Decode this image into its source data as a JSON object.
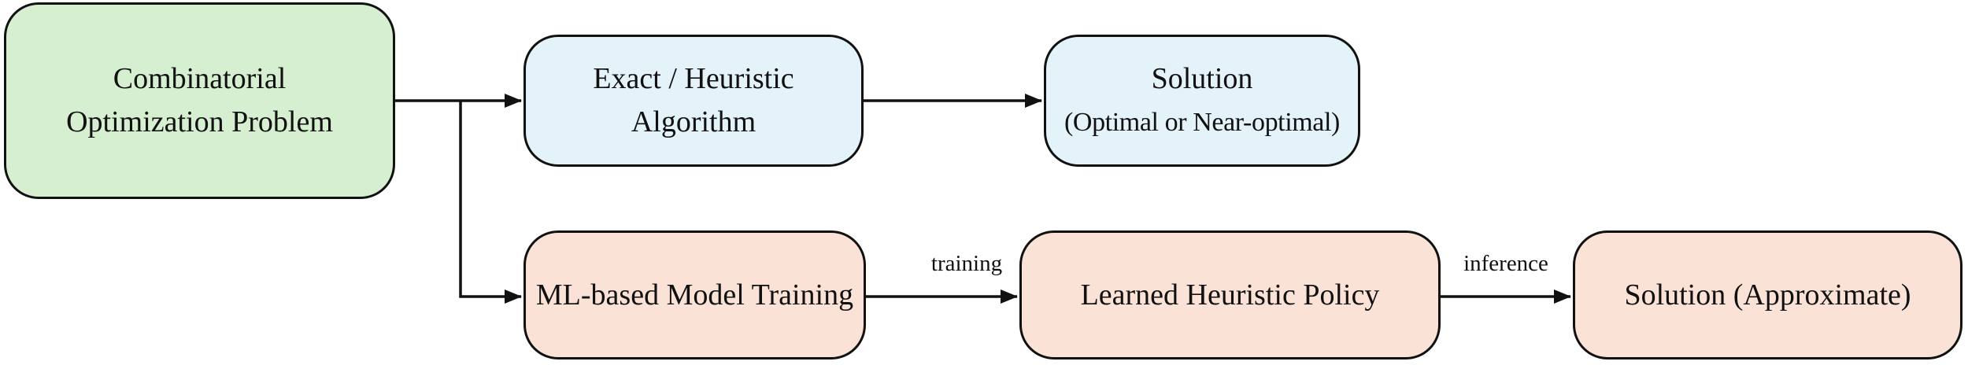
{
  "diagram": {
    "nodes": {
      "problem": {
        "line1": "Combinatorial",
        "line2": "Optimization Problem"
      },
      "exact": {
        "line1": "Exact / Heuristic",
        "line2": "Algorithm"
      },
      "solution_top": {
        "line1": "Solution",
        "line2": "(Optimal or Near-optimal)"
      },
      "ml_training": {
        "label": "ML-based Model Training"
      },
      "learned_policy": {
        "label": "Learned Heuristic Policy"
      },
      "solution_bottom": {
        "label": "Solution (Approximate)"
      }
    },
    "edge_labels": {
      "training": "training",
      "inference": "inference"
    },
    "colors": {
      "problem_fill": "#d6efd0",
      "algorithm_fill": "#e4f2fa",
      "ml_fill": "#fbe2d6",
      "stroke": "#111111",
      "background": "#ffffff"
    }
  }
}
